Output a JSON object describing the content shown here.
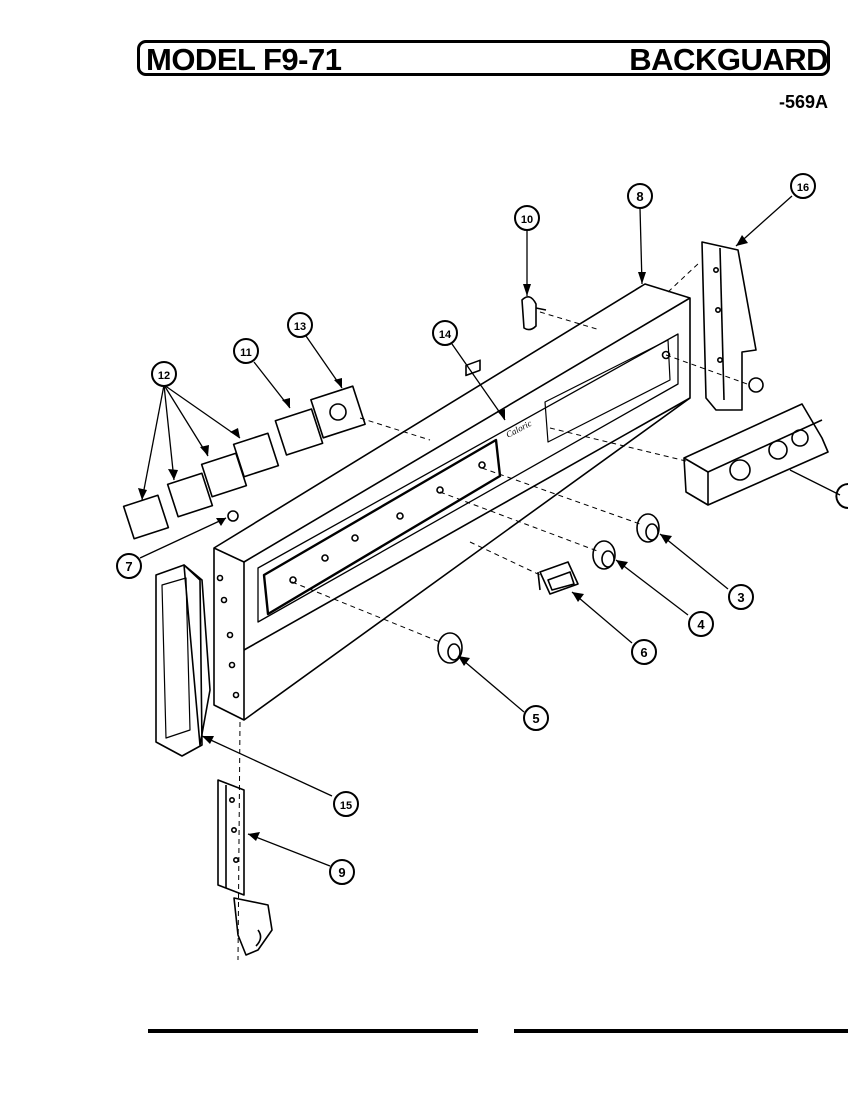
{
  "header": {
    "model_title": "MODEL F9-71",
    "section_title": "BACKGUARD",
    "page_code": "-569A"
  },
  "callouts": [
    {
      "id": "callout-3",
      "label": "3"
    },
    {
      "id": "callout-4",
      "label": "4"
    },
    {
      "id": "callout-5",
      "label": "5"
    },
    {
      "id": "callout-6",
      "label": "6"
    },
    {
      "id": "callout-7",
      "label": "7"
    },
    {
      "id": "callout-8",
      "label": "8"
    },
    {
      "id": "callout-9",
      "label": "9"
    },
    {
      "id": "callout-10",
      "label": "10"
    },
    {
      "id": "callout-11",
      "label": "11"
    },
    {
      "id": "callout-12",
      "label": "12"
    },
    {
      "id": "callout-13",
      "label": "13"
    },
    {
      "id": "callout-14",
      "label": "14"
    },
    {
      "id": "callout-15",
      "label": "15"
    },
    {
      "id": "callout-16",
      "label": "16"
    }
  ],
  "colors": {
    "ink": "#000000",
    "paper": "#ffffff"
  }
}
